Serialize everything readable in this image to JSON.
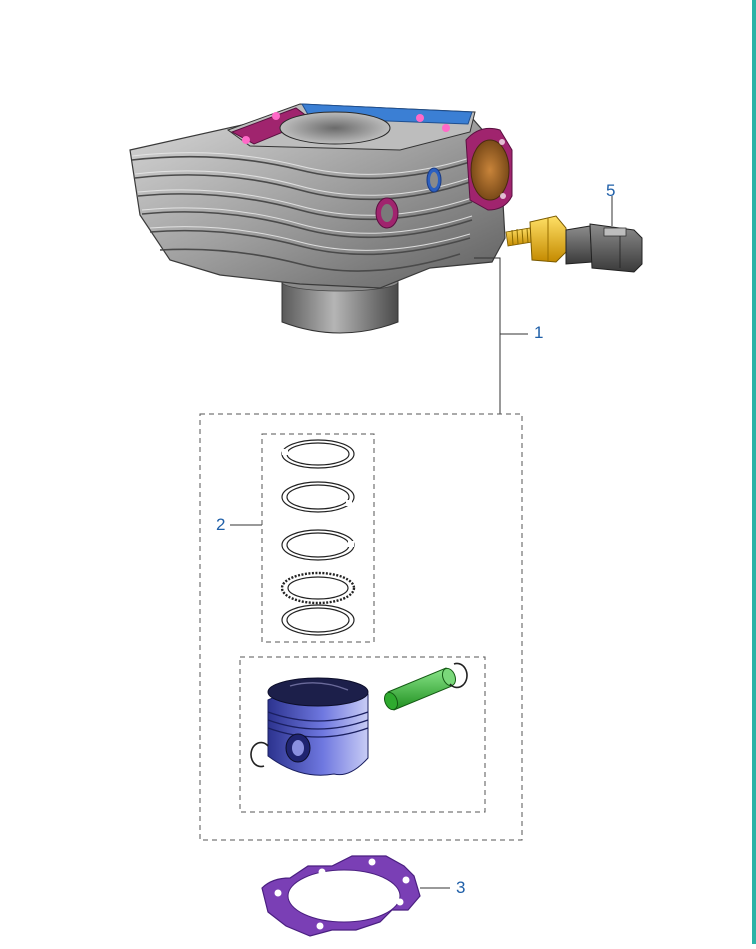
{
  "colors": {
    "callout_text": "#1f5fa8",
    "leader_line": "#333333",
    "edge_accent": "#2bb3a6",
    "gasket_fill": "#7a3fb5",
    "cylinder_gasket": "#3b7fd4",
    "manifold_flange": "#a0246e",
    "piston": "#4a55c8",
    "piston_pin": "#3fbf3f",
    "sensor_brass": "#e8b400",
    "cylinder_metal": "#9a9a9a"
  },
  "parts": [
    {
      "id": "cylinder",
      "callout": "1",
      "icon": "cylinder-block-icon"
    },
    {
      "id": "piston-ring-set",
      "callout": "2",
      "icon": "piston-ring-icon"
    },
    {
      "id": "base-gasket",
      "callout": "3",
      "icon": "gasket-icon"
    },
    {
      "id": "temperature-sensor",
      "callout": "5",
      "icon": "sensor-icon"
    }
  ]
}
